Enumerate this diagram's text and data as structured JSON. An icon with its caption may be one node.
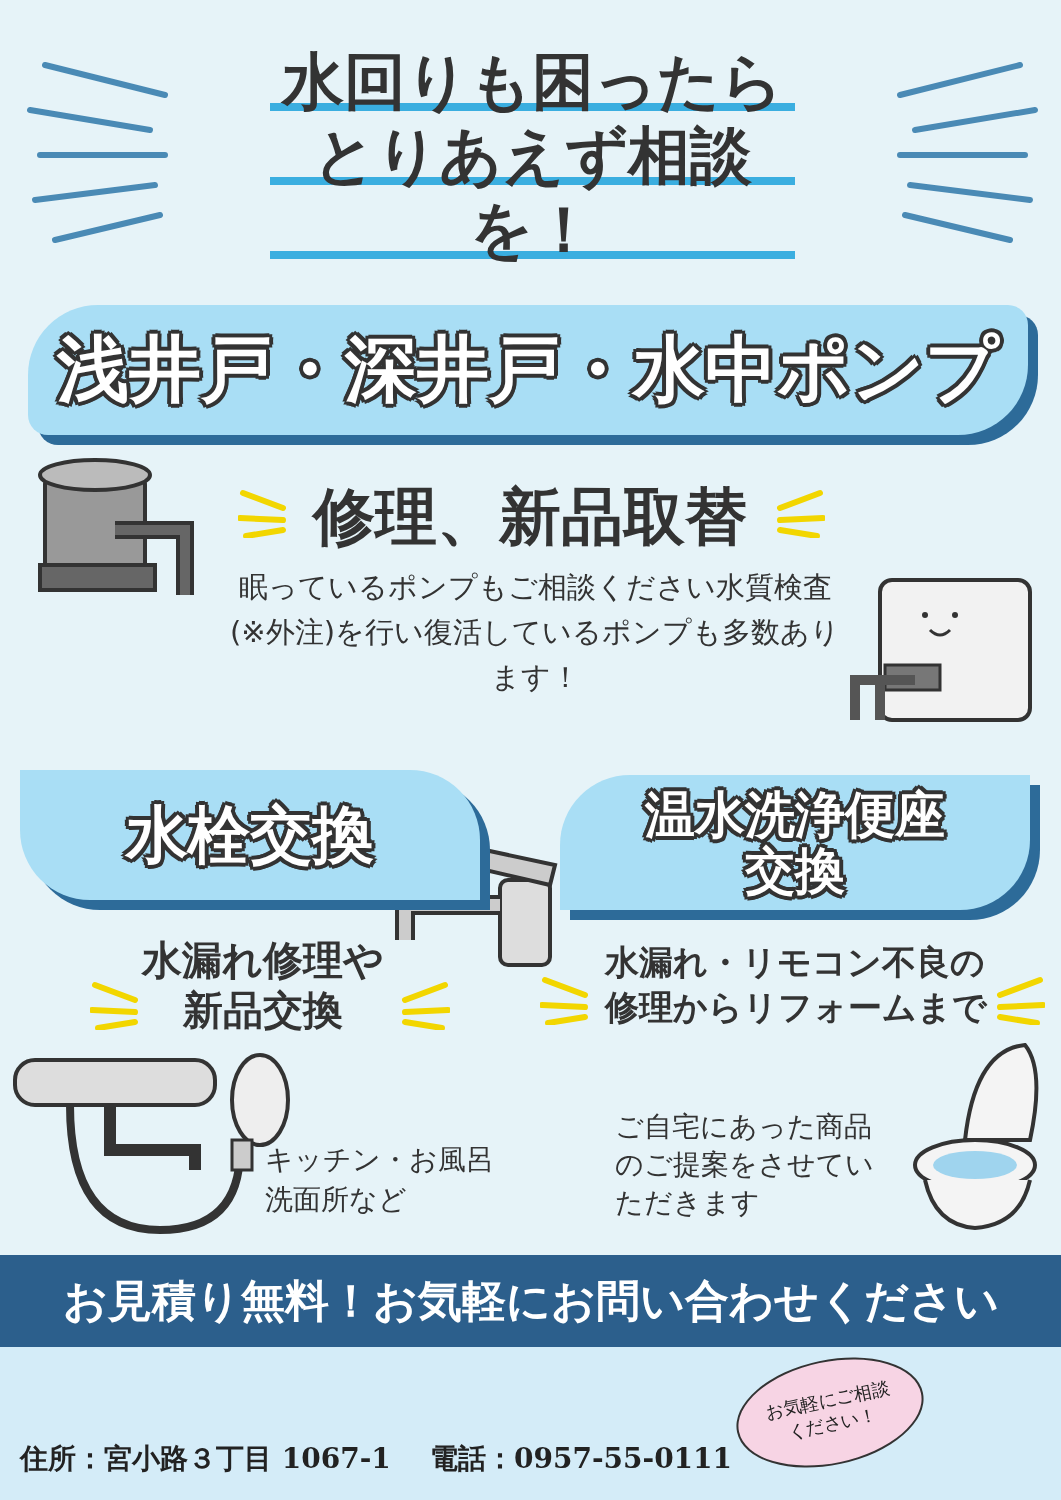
{
  "diagram": {
    "title": "水回りも困ったらとりあえず相談を！",
    "labels": [
      "浅井戸・深井戸・水中ポンプ",
      "修理、新品取替",
      "眠っているポンプもご相談ください水質検査(※外注)を行い復活しているポンプも多数あります！",
      "水栓交換",
      "温水洗浄便座交換",
      "水漏れ修理や新品交換",
      "水漏れ・リモコン不良の修理からリフォームまで",
      "キッチン・お風呂洗面所など",
      "ご自宅にあった商品のご提案をさせていただきます",
      "お見積り無料！お気軽にお問い合わせください",
      "住所：宮小路３丁目 1067-1",
      "電話：0957-55-0111",
      "お気軽にご相談ください！"
    ]
  }
}
